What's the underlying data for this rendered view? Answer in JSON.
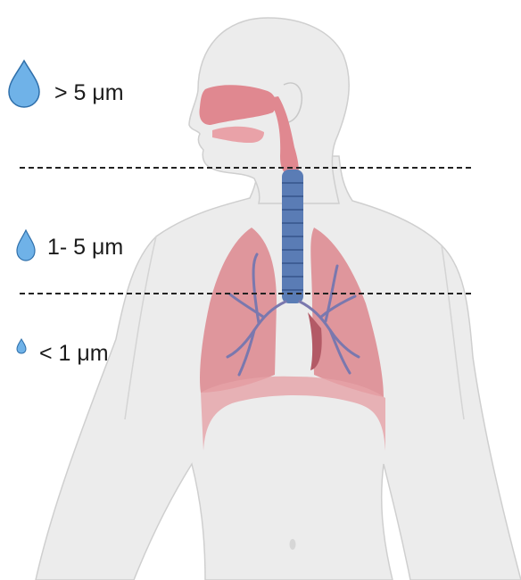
{
  "particle_sizes": [
    {
      "label": "> 5 μm",
      "drop_size": "large"
    },
    {
      "label": "1- 5 μm",
      "drop_size": "medium"
    },
    {
      "label": "< 1 μm",
      "drop_size": "small"
    }
  ],
  "colors": {
    "body_fill": "#ececec",
    "body_outline": "#cfcfcf",
    "airway_pink": "#e08890",
    "lung_fill": "#de8d93",
    "lung_dark": "#b35a66",
    "trachea_blue": "#5a7cb5",
    "bronchi_purple": "#7a78ae",
    "droplet_fill": "#6fb2e8",
    "droplet_stroke": "#2f6faa",
    "divider_line": "#222222"
  },
  "icons": [
    "droplet-icon"
  ]
}
